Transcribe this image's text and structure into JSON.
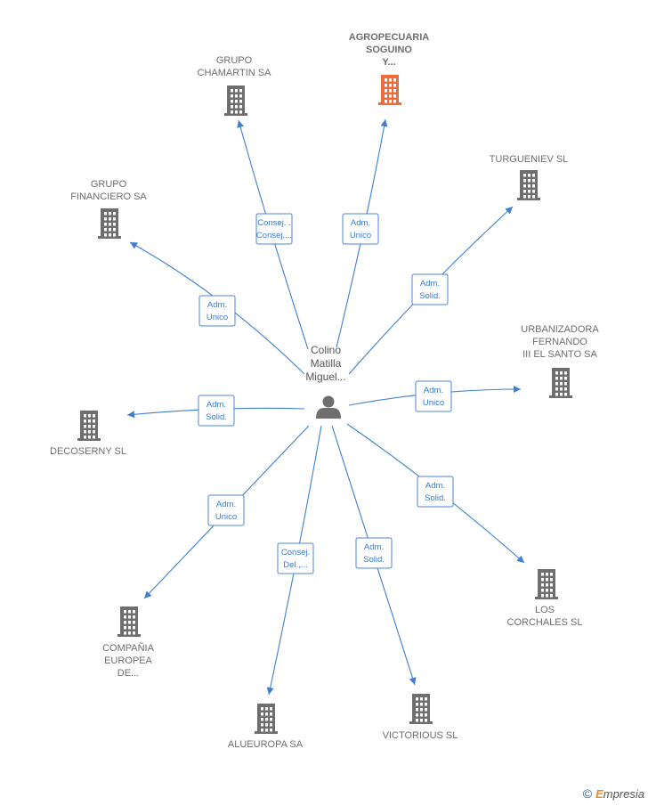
{
  "colors": {
    "edge": "#3e7fd3",
    "building_default": "#6e6e6e",
    "building_focus": "#f06a3a",
    "person": "#6e6e6e"
  },
  "center": {
    "icon": "person-icon",
    "label_lines": [
      "Colino",
      "Matilla",
      "Miguel..."
    ]
  },
  "nodes": [
    {
      "id": "agropecuaria",
      "focus": true,
      "label_lines": [
        "AGROPECUARIA",
        "SOGUINO",
        "Y..."
      ],
      "role_lines": [
        "Adm.",
        "Unico"
      ]
    },
    {
      "id": "grupo-chamartin",
      "focus": false,
      "label_lines": [
        "GRUPO",
        "CHAMARTIN SA"
      ],
      "role_lines": [
        "Consej. .",
        "Consej...."
      ]
    },
    {
      "id": "turgueniev",
      "focus": false,
      "label_lines": [
        "TURGUENIEV SL"
      ],
      "role_lines": [
        "Adm.",
        "Solid."
      ]
    },
    {
      "id": "grupo-financiero",
      "focus": false,
      "label_lines": [
        "GRUPO",
        "FINANCIERO SA"
      ],
      "role_lines": [
        "Adm.",
        "Unico"
      ]
    },
    {
      "id": "urbanizadora",
      "focus": false,
      "label_lines": [
        "URBANIZADORA",
        "FERNANDO",
        "III EL SANTO SA"
      ],
      "role_lines": [
        "Adm.",
        "Unico"
      ]
    },
    {
      "id": "decoserny",
      "focus": false,
      "label_lines": [
        "DECOSERNY SL"
      ],
      "role_lines": [
        "Adm.",
        "Solid."
      ]
    },
    {
      "id": "los-corchales",
      "focus": false,
      "label_lines": [
        "LOS",
        "CORCHALES SL"
      ],
      "role_lines": [
        "Adm.",
        "Solid."
      ]
    },
    {
      "id": "compania-europea",
      "focus": false,
      "label_lines": [
        "COMPAÑIA",
        "EUROPEA",
        "DE..."
      ],
      "role_lines": [
        "Adm.",
        "Unico"
      ]
    },
    {
      "id": "alueuropa",
      "focus": false,
      "label_lines": [
        "ALUEUROPA SA"
      ],
      "role_lines": [
        "Consej.",
        "Del.,..."
      ]
    },
    {
      "id": "victorious",
      "focus": false,
      "label_lines": [
        "VICTORIOUS SL"
      ],
      "role_lines": [
        "Adm.",
        "Solid."
      ]
    }
  ],
  "watermark": {
    "symbol": "©",
    "brand_first": "E",
    "brand_rest": "mpresia"
  }
}
